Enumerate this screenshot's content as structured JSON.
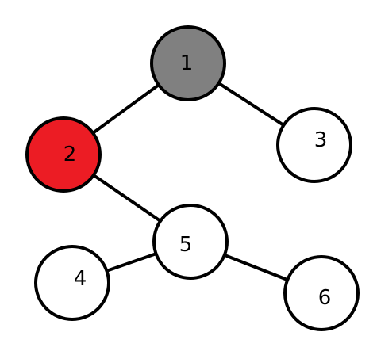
{
  "diagram": {
    "type": "tree",
    "edge_color": "#000000",
    "nodes": [
      {
        "id": "1",
        "label": "1",
        "fill": "#808080",
        "text_color": "#000000"
      },
      {
        "id": "2",
        "label": "2",
        "fill": "#ec1c24",
        "text_color": "#000000"
      },
      {
        "id": "3",
        "label": "3",
        "fill": "#ffffff",
        "text_color": "#000000"
      },
      {
        "id": "4",
        "label": "4",
        "fill": "#ffffff",
        "text_color": "#000000"
      },
      {
        "id": "5",
        "label": "5",
        "fill": "#ffffff",
        "text_color": "#000000"
      },
      {
        "id": "6",
        "label": "6",
        "fill": "#ffffff",
        "text_color": "#000000"
      }
    ],
    "edges": [
      {
        "from": "1",
        "to": "2"
      },
      {
        "from": "1",
        "to": "3"
      },
      {
        "from": "2",
        "to": "5"
      },
      {
        "from": "5",
        "to": "4"
      },
      {
        "from": "5",
        "to": "6"
      }
    ]
  }
}
